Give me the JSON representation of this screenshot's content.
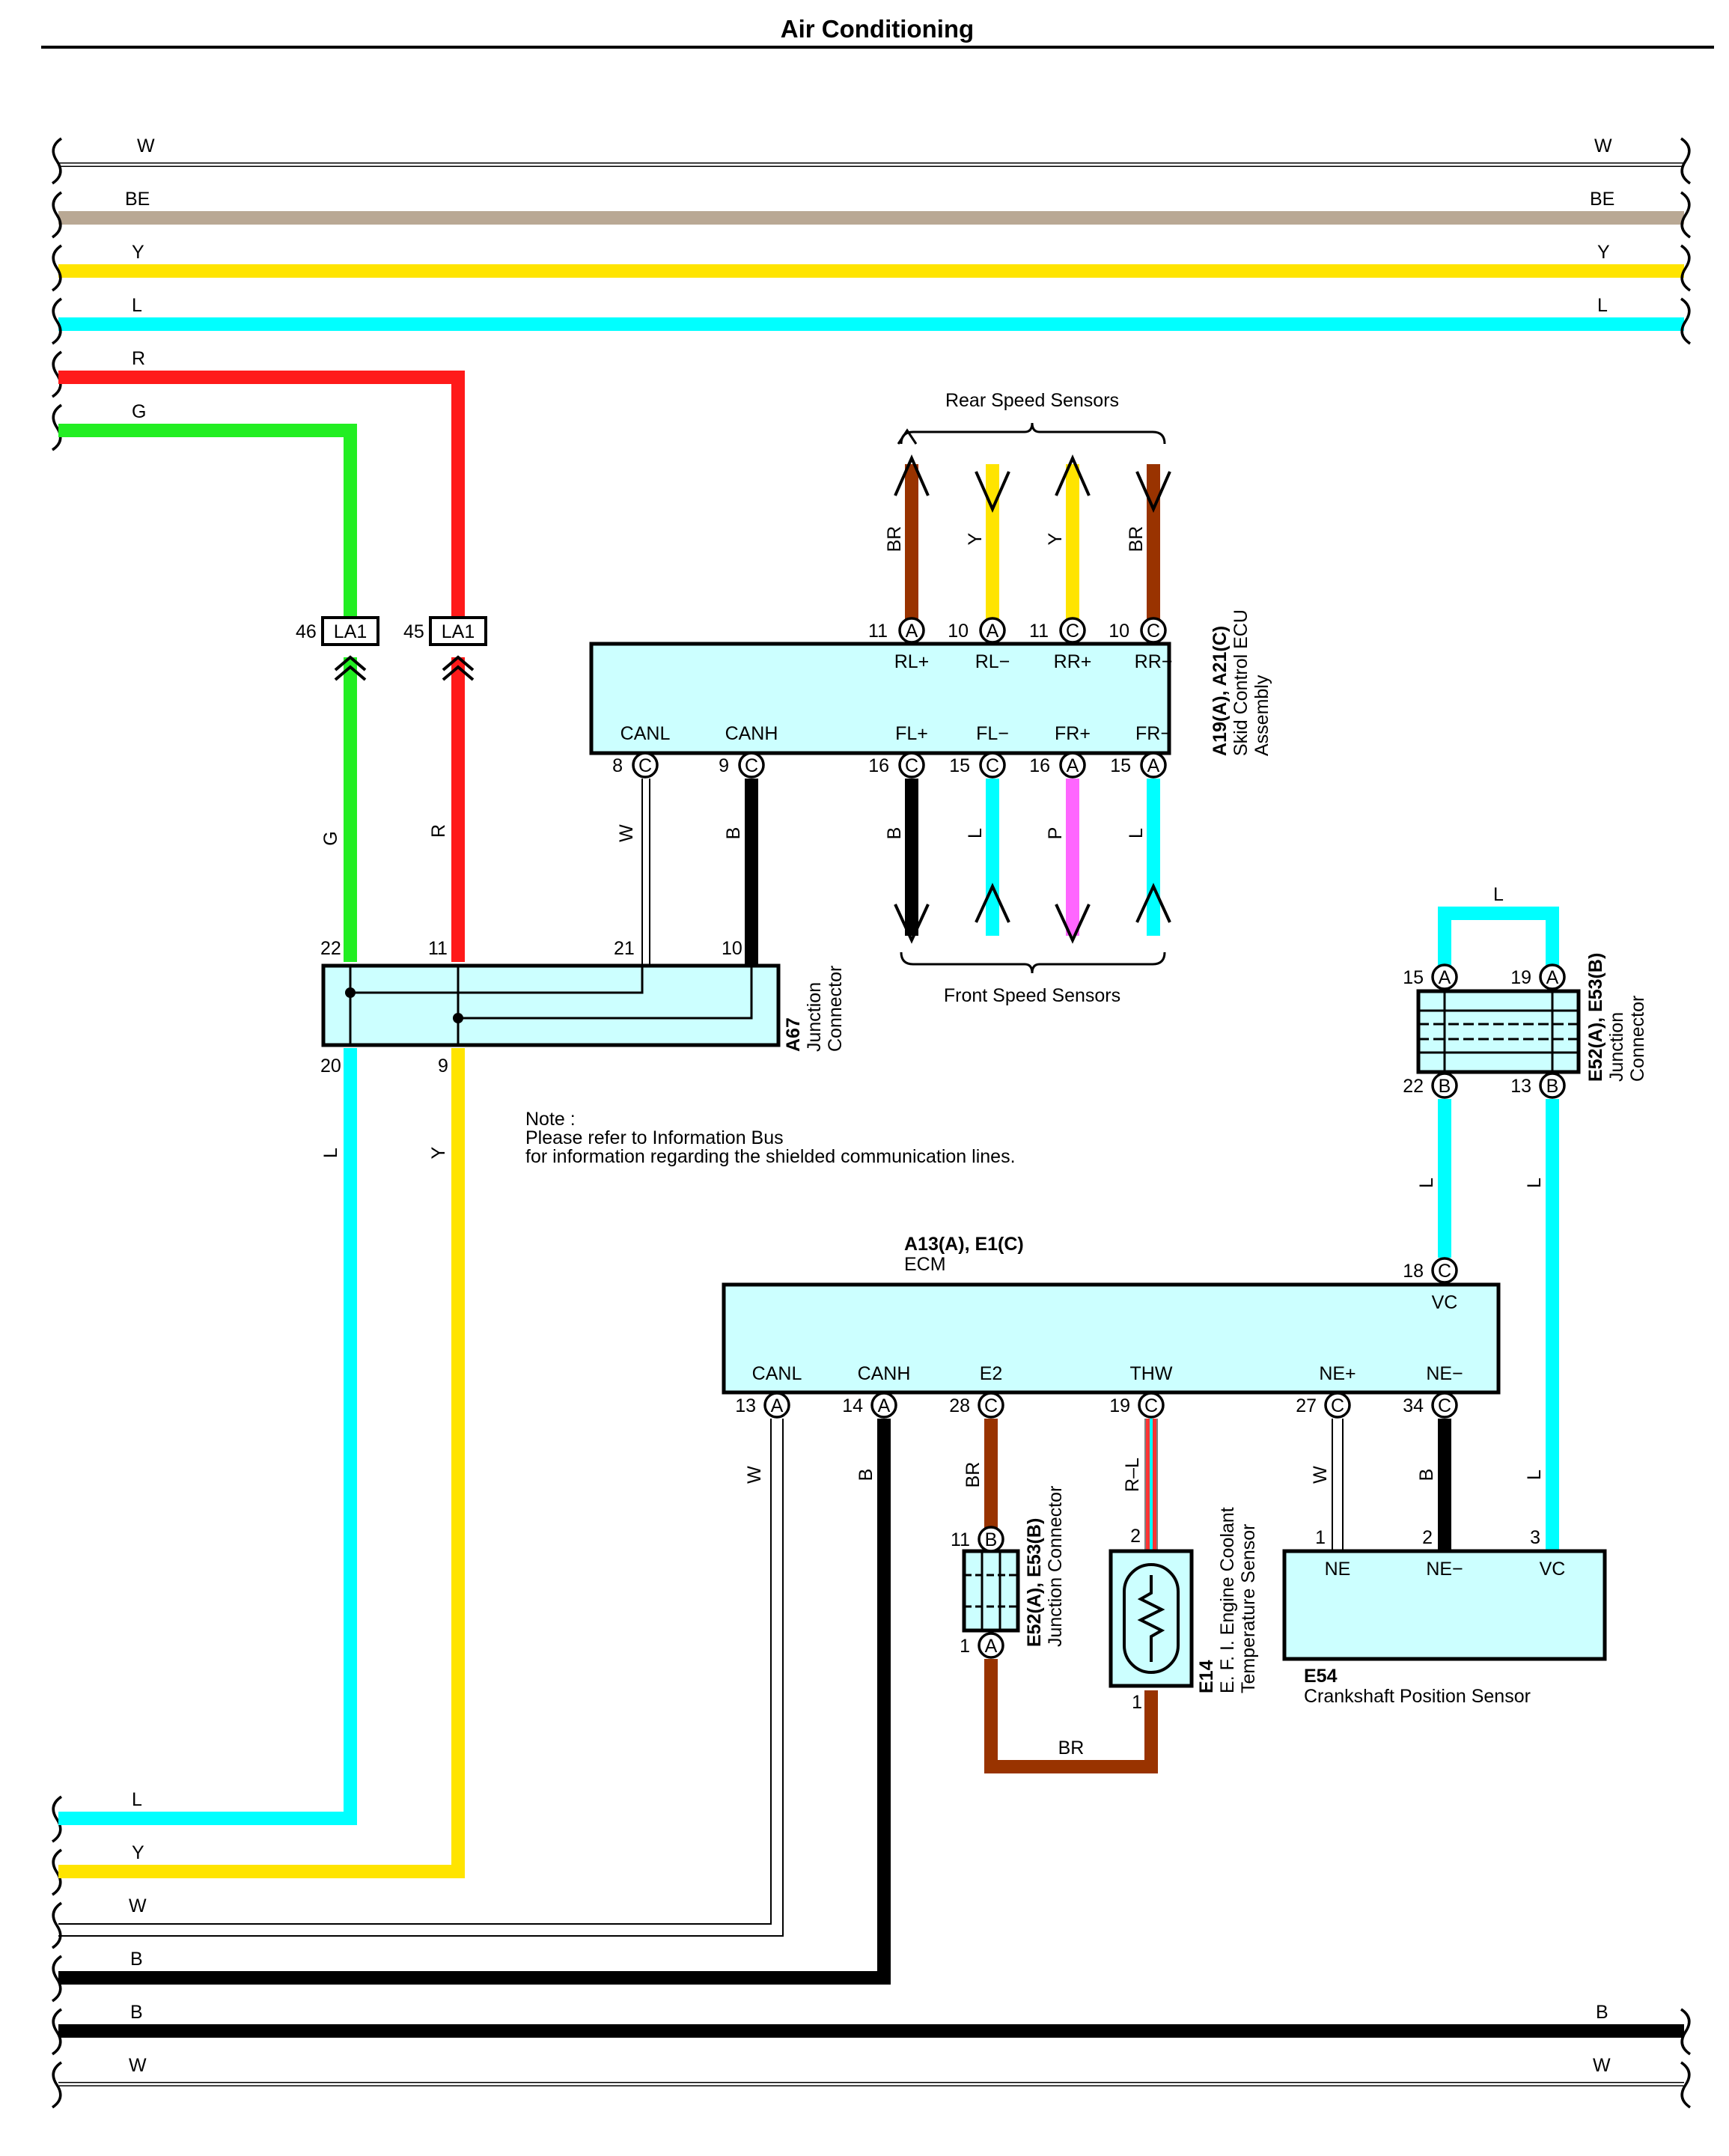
{
  "title": "Air Conditioning",
  "colors": {
    "W": "#ffffff",
    "BE": "#b9a894",
    "Y": "#ffe400",
    "L": "#00ffff",
    "R": "#ff1a1a",
    "G": "#22ee22",
    "BR": "#993300",
    "B": "#000000",
    "P": "#ff66ff",
    "R-L": "#ff3333",
    "box_fill": "#ccffff"
  },
  "wires": {
    "top_W": "W",
    "top_BE": "BE",
    "top_Y": "Y",
    "top_L": "L",
    "left_R": "R",
    "left_G": "G",
    "bottom_L": "L",
    "bottom_Y": "Y",
    "bottom_W1": "W",
    "bottom_B1": "B",
    "bottom_B2": "B",
    "bottom_W2": "W"
  },
  "la1": {
    "pin_46": "46",
    "pin_45": "45",
    "label": "LA1"
  },
  "skid_ecu": {
    "code": "A19(A), A21(C)",
    "name_line1": "Skid Control ECU",
    "name_line2": "Assembly",
    "top_pins": [
      {
        "num": "11",
        "conn": "A",
        "name": "RL+",
        "wire": "BR"
      },
      {
        "num": "10",
        "conn": "A",
        "name": "RL−",
        "wire": "Y"
      },
      {
        "num": "11",
        "conn": "C",
        "name": "RR+",
        "wire": "Y"
      },
      {
        "num": "10",
        "conn": "C",
        "name": "RR−",
        "wire": "BR"
      }
    ],
    "bottom_pins": [
      {
        "num": "8",
        "conn": "C",
        "name": "CANL",
        "wire": "W"
      },
      {
        "num": "9",
        "conn": "C",
        "name": "CANH",
        "wire": "B"
      },
      {
        "num": "16",
        "conn": "C",
        "name": "FL+",
        "wire": "B"
      },
      {
        "num": "15",
        "conn": "C",
        "name": "FL−",
        "wire": "L"
      },
      {
        "num": "16",
        "conn": "A",
        "name": "FR+",
        "wire": "P"
      },
      {
        "num": "15",
        "conn": "A",
        "name": "FR−",
        "wire": "L"
      }
    ]
  },
  "rear_speed_sensors": "Rear Speed Sensors",
  "front_speed_sensors": "Front Speed Sensors",
  "a67": {
    "code": "A67",
    "name_line1": "Junction",
    "name_line2": "Connector",
    "pin_22": "22",
    "pin_11": "11",
    "pin_21": "21",
    "pin_10": "10",
    "pin_20": "20",
    "pin_9": "9"
  },
  "vertical_wires": {
    "G": "G",
    "R": "R",
    "W": "W",
    "B": "B",
    "L_left": "L",
    "Y_left": "Y"
  },
  "note": {
    "line1": "Note :",
    "line2": "Please refer to Information Bus",
    "line3": "for information regarding the shielded communication lines."
  },
  "ecm": {
    "code": "A13(A), E1(C)",
    "name": "ECM",
    "vc_pin": {
      "num": "18",
      "conn": "C",
      "name": "VC"
    },
    "bottom_pins": [
      {
        "num": "13",
        "conn": "A",
        "name": "CANL",
        "wire": "W"
      },
      {
        "num": "14",
        "conn": "A",
        "name": "CANH",
        "wire": "B"
      },
      {
        "num": "28",
        "conn": "C",
        "name": "E2",
        "wire": "BR"
      },
      {
        "num": "19",
        "conn": "C",
        "name": "THW",
        "wire": "R–L"
      },
      {
        "num": "27",
        "conn": "C",
        "name": "NE+",
        "wire": "W"
      },
      {
        "num": "34",
        "conn": "C",
        "name": "NE−",
        "wire": "B"
      }
    ]
  },
  "e52_right": {
    "code": "E52(A), E53(B)",
    "name_line1": "Junction",
    "name_line2": "Connector",
    "wire_top": "L",
    "pins": [
      {
        "num": "15",
        "conn": "A"
      },
      {
        "num": "19",
        "conn": "A"
      },
      {
        "num": "22",
        "conn": "B"
      },
      {
        "num": "13",
        "conn": "B"
      }
    ],
    "wire_left": "L",
    "wire_right": "L"
  },
  "e52_small": {
    "code": "E52(A), E53(B)",
    "name": "Junction Connector",
    "pin_top": {
      "num": "11",
      "conn": "B"
    },
    "pin_bottom": {
      "num": "1",
      "conn": "A"
    }
  },
  "e14": {
    "code": "E14",
    "name_line1": "E. F. I.  Engine Coolant",
    "name_line2": "Temperature Sensor",
    "pin_top": "2",
    "pin_bottom": "1",
    "wire_bottom": "BR"
  },
  "e54": {
    "code": "E54",
    "name": "Crankshaft Position Sensor",
    "pins": [
      {
        "num": "1",
        "name": "NE",
        "wire": "W"
      },
      {
        "num": "2",
        "name": "NE−",
        "wire": "B"
      },
      {
        "num": "3",
        "name": "VC",
        "wire": "L"
      }
    ]
  }
}
